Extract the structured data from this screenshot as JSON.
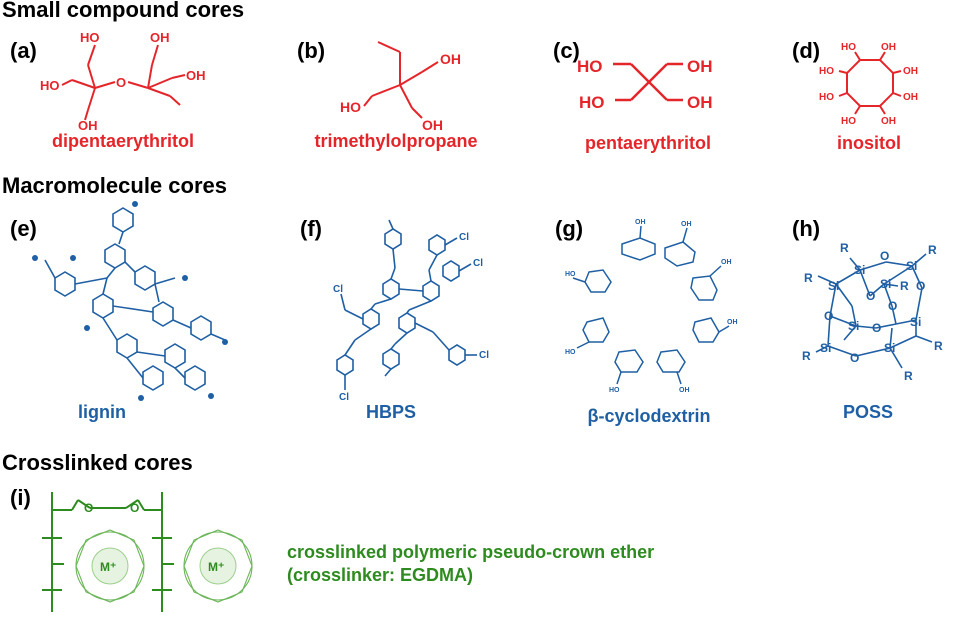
{
  "sections": {
    "small": "Small compound cores",
    "macro": "Macromolecule cores",
    "crosslinked": "Crosslinked cores"
  },
  "panels": {
    "a": {
      "label": "(a)",
      "name": "dipentaerythritol"
    },
    "b": {
      "label": "(b)",
      "name": "trimethylolpropane"
    },
    "c": {
      "label": "(c)",
      "name": "pentaerythritol"
    },
    "d": {
      "label": "(d)",
      "name": "inositol"
    },
    "e": {
      "label": "(e)",
      "name": "lignin"
    },
    "f": {
      "label": "(f)",
      "name": "HBPS"
    },
    "g": {
      "label": "(g)",
      "name": "β-cyclodextrin"
    },
    "h": {
      "label": "(h)",
      "name": "POSS"
    },
    "i": {
      "label": "(i)",
      "desc_line1": "crosslinked polymeric pseudo-crown ether",
      "desc_line2": "(crosslinker: EGDMA)"
    }
  },
  "atoms": {
    "oh": "OH",
    "ho": "HO",
    "o": "O",
    "si": "Si",
    "r": "R",
    "cl": "Cl",
    "metal": "M⁺"
  },
  "colors": {
    "small": "#e4262b",
    "macro": "#1f5fa3",
    "crosslinked": "#2e8b1f"
  }
}
